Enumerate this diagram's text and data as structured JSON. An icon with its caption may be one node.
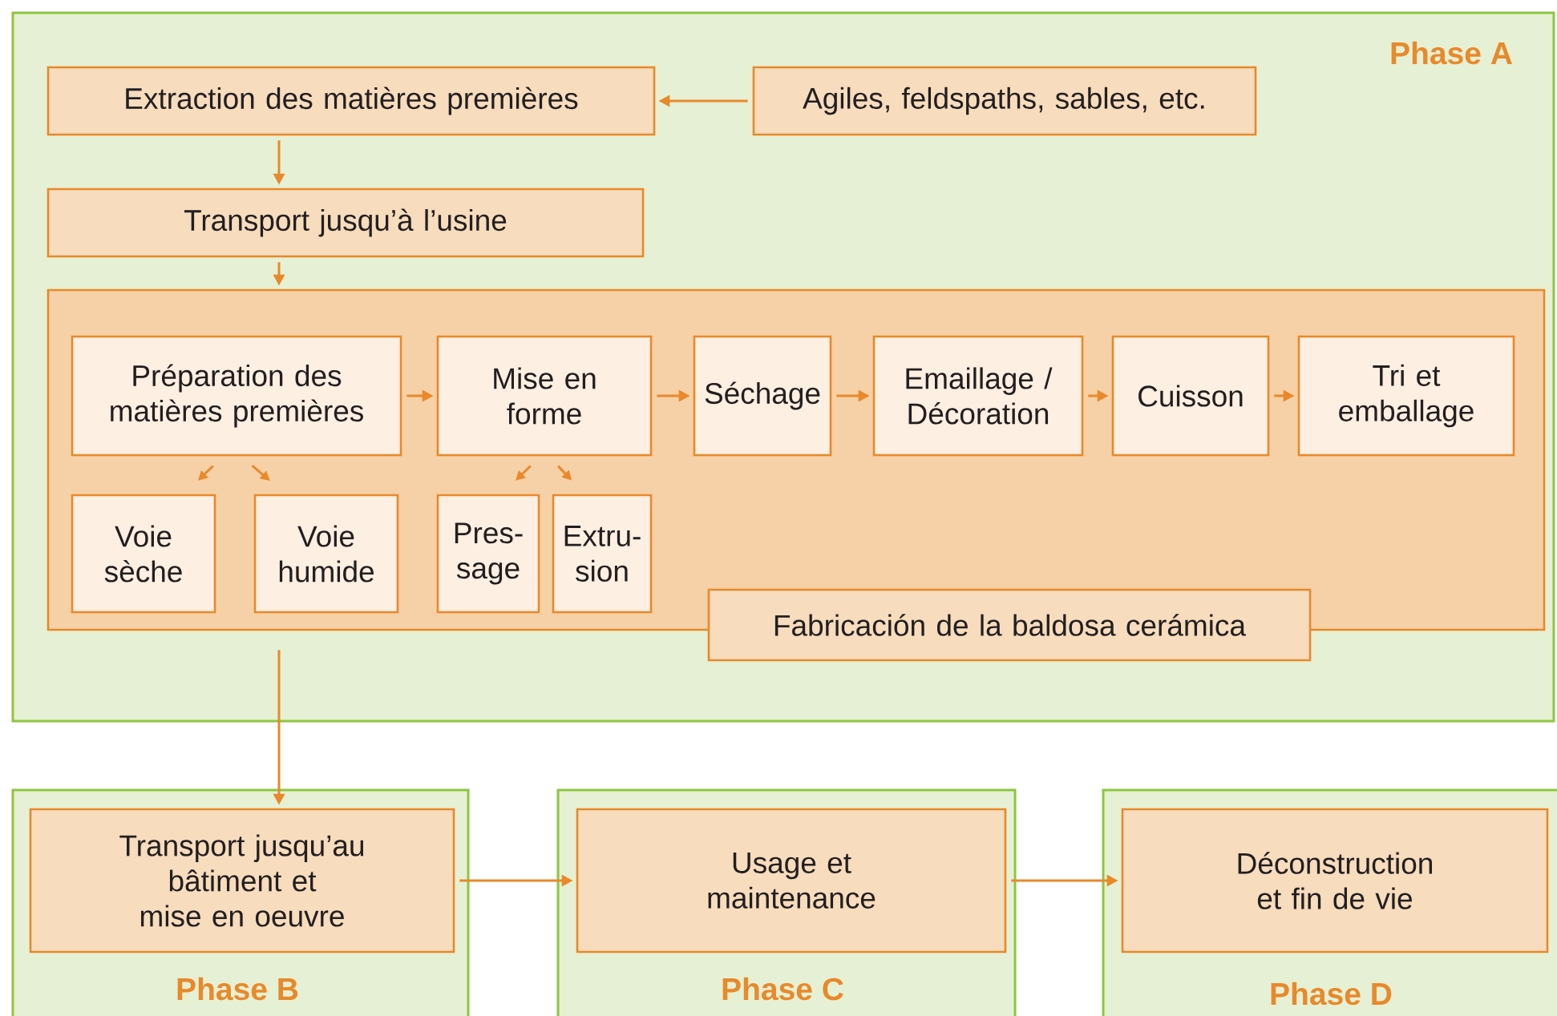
{
  "diagram": {
    "nodes": [
      {
        "text": [
          "Phase A"
        ]
      },
      {
        "text": [
          "Extraction des matières premières"
        ],
        "in": 0
      },
      {
        "text": [
          "Agiles, feldspaths, sables, etc."
        ],
        "in": 0
      },
      {
        "text": [
          "Transport jusqu’à l’usine"
        ],
        "in": 0
      },
      {
        "text": [],
        "shape": "box",
        "in": 0
      },
      {
        "text": [
          "Préparation des matières premières"
        ],
        "in": 4
      },
      {
        "text": [
          "Mise en forme"
        ],
        "in": 4
      },
      {
        "text": [
          "Séchage"
        ],
        "in": 4
      },
      {
        "text": [
          "Emaillage / Décoration"
        ],
        "in": 4
      },
      {
        "text": [
          "Cuisson"
        ],
        "in": 4
      },
      {
        "text": [
          "Tri et emballage"
        ],
        "in": 4
      },
      {
        "text": [
          "Voie sèche"
        ],
        "in": 4
      },
      {
        "text": [
          "Voie humide"
        ],
        "in": 4
      },
      {
        "text": [
          "Pres- sage"
        ],
        "in": 4
      },
      {
        "text": [
          "Extru- sion"
        ],
        "in": 4
      },
      {
        "text": [
          "Phase B"
        ]
      },
      {
        "text": [
          "Transport jusqu’au bâtiment et mise en oeuvre"
        ],
        "in": 15
      },
      {
        "text": [
          "Phase C"
        ]
      },
      {
        "text": [
          "Usage et maintenance"
        ],
        "in": 17
      },
      {
        "text": [
          "Phase D"
        ]
      },
      {
        "text": [
          "Déconstruction et fin de vie"
        ],
        "in": 19
      },
      {
        "text": [
          "Fabricación de la baldosa cerámica"
        ],
        "in": 0
      }
    ],
    "edges": [
      {
        "from": 2,
        "to": 1,
        "arrow": "to"
      },
      {
        "from": 1,
        "to": 3,
        "arrow": "to"
      },
      {
        "from": 3,
        "to": 4,
        "arrow": "to"
      },
      {
        "from": 5,
        "to": 6,
        "arrow": "to"
      },
      {
        "from": 6,
        "to": 7,
        "arrow": "to"
      },
      {
        "from": 7,
        "to": 8,
        "arrow": "to"
      },
      {
        "from": 8,
        "to": 9,
        "arrow": "to"
      },
      {
        "from": 9,
        "to": 10,
        "arrow": "to"
      },
      {
        "from": 5,
        "to": 11,
        "arrow": "to"
      },
      {
        "from": 5,
        "to": 12,
        "arrow": "to"
      },
      {
        "from": 6,
        "to": 13,
        "arrow": "to"
      },
      {
        "from": 6,
        "to": 14,
        "arrow": "to"
      },
      {
        "from": 4,
        "to": 16,
        "arrow": "to"
      },
      {
        "from": 16,
        "to": 18,
        "arrow": "to"
      },
      {
        "from": 18,
        "to": 20,
        "arrow": "to"
      }
    ]
  }
}
